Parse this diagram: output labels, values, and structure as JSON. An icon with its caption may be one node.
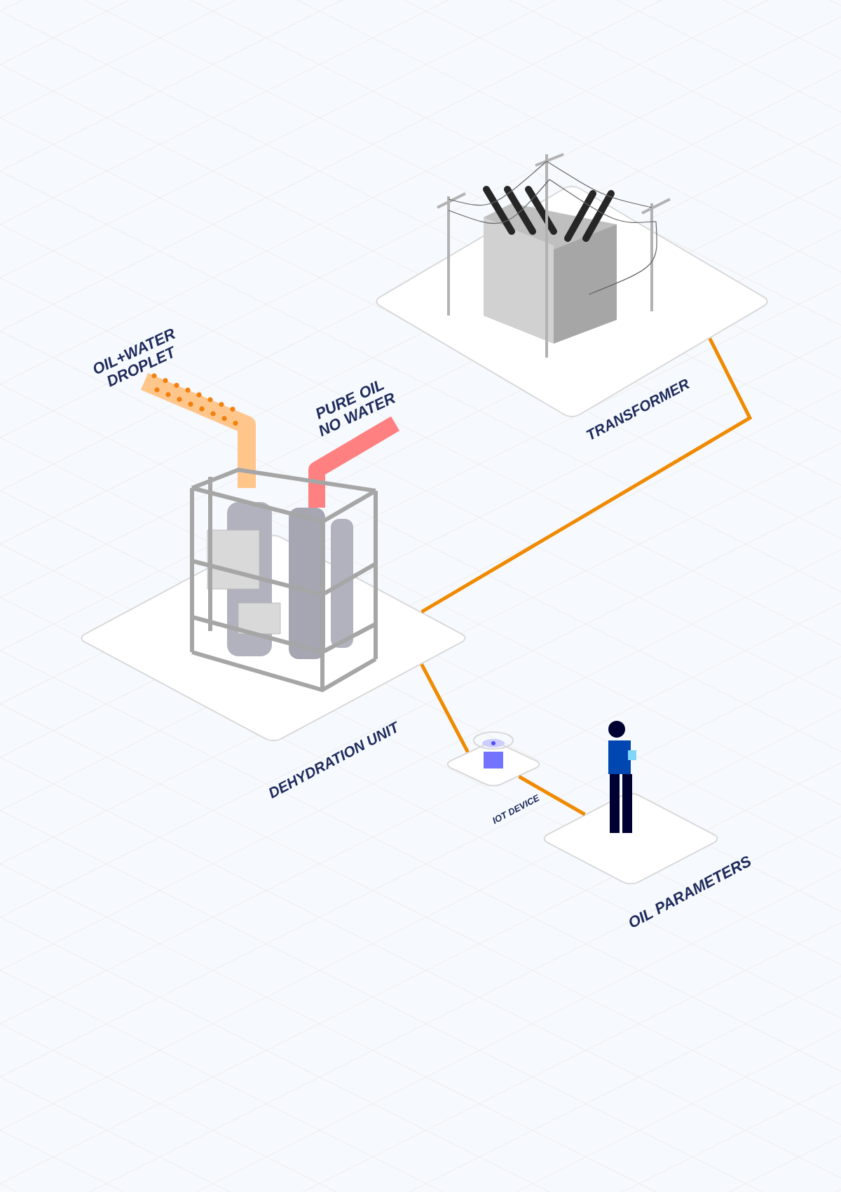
{
  "diagram": {
    "nodes": [
      {
        "text": [
          "TRANSFORMER"
        ]
      },
      {
        "text": [
          "DEHYDRATION UNIT"
        ]
      },
      {
        "text": [
          "IOT DEVICE"
        ]
      },
      {
        "text": [
          "OIL PARAMETERS"
        ]
      }
    ],
    "edges": [
      {
        "from": 1,
        "to": 0,
        "arrow": "none"
      },
      {
        "from": 1,
        "to": 2,
        "arrow": "none"
      },
      {
        "from": 2,
        "to": 3,
        "arrow": "none"
      }
    ],
    "labels": [
      "OIL+WATER DROPLET",
      "PURE OIL NO WATER"
    ]
  }
}
